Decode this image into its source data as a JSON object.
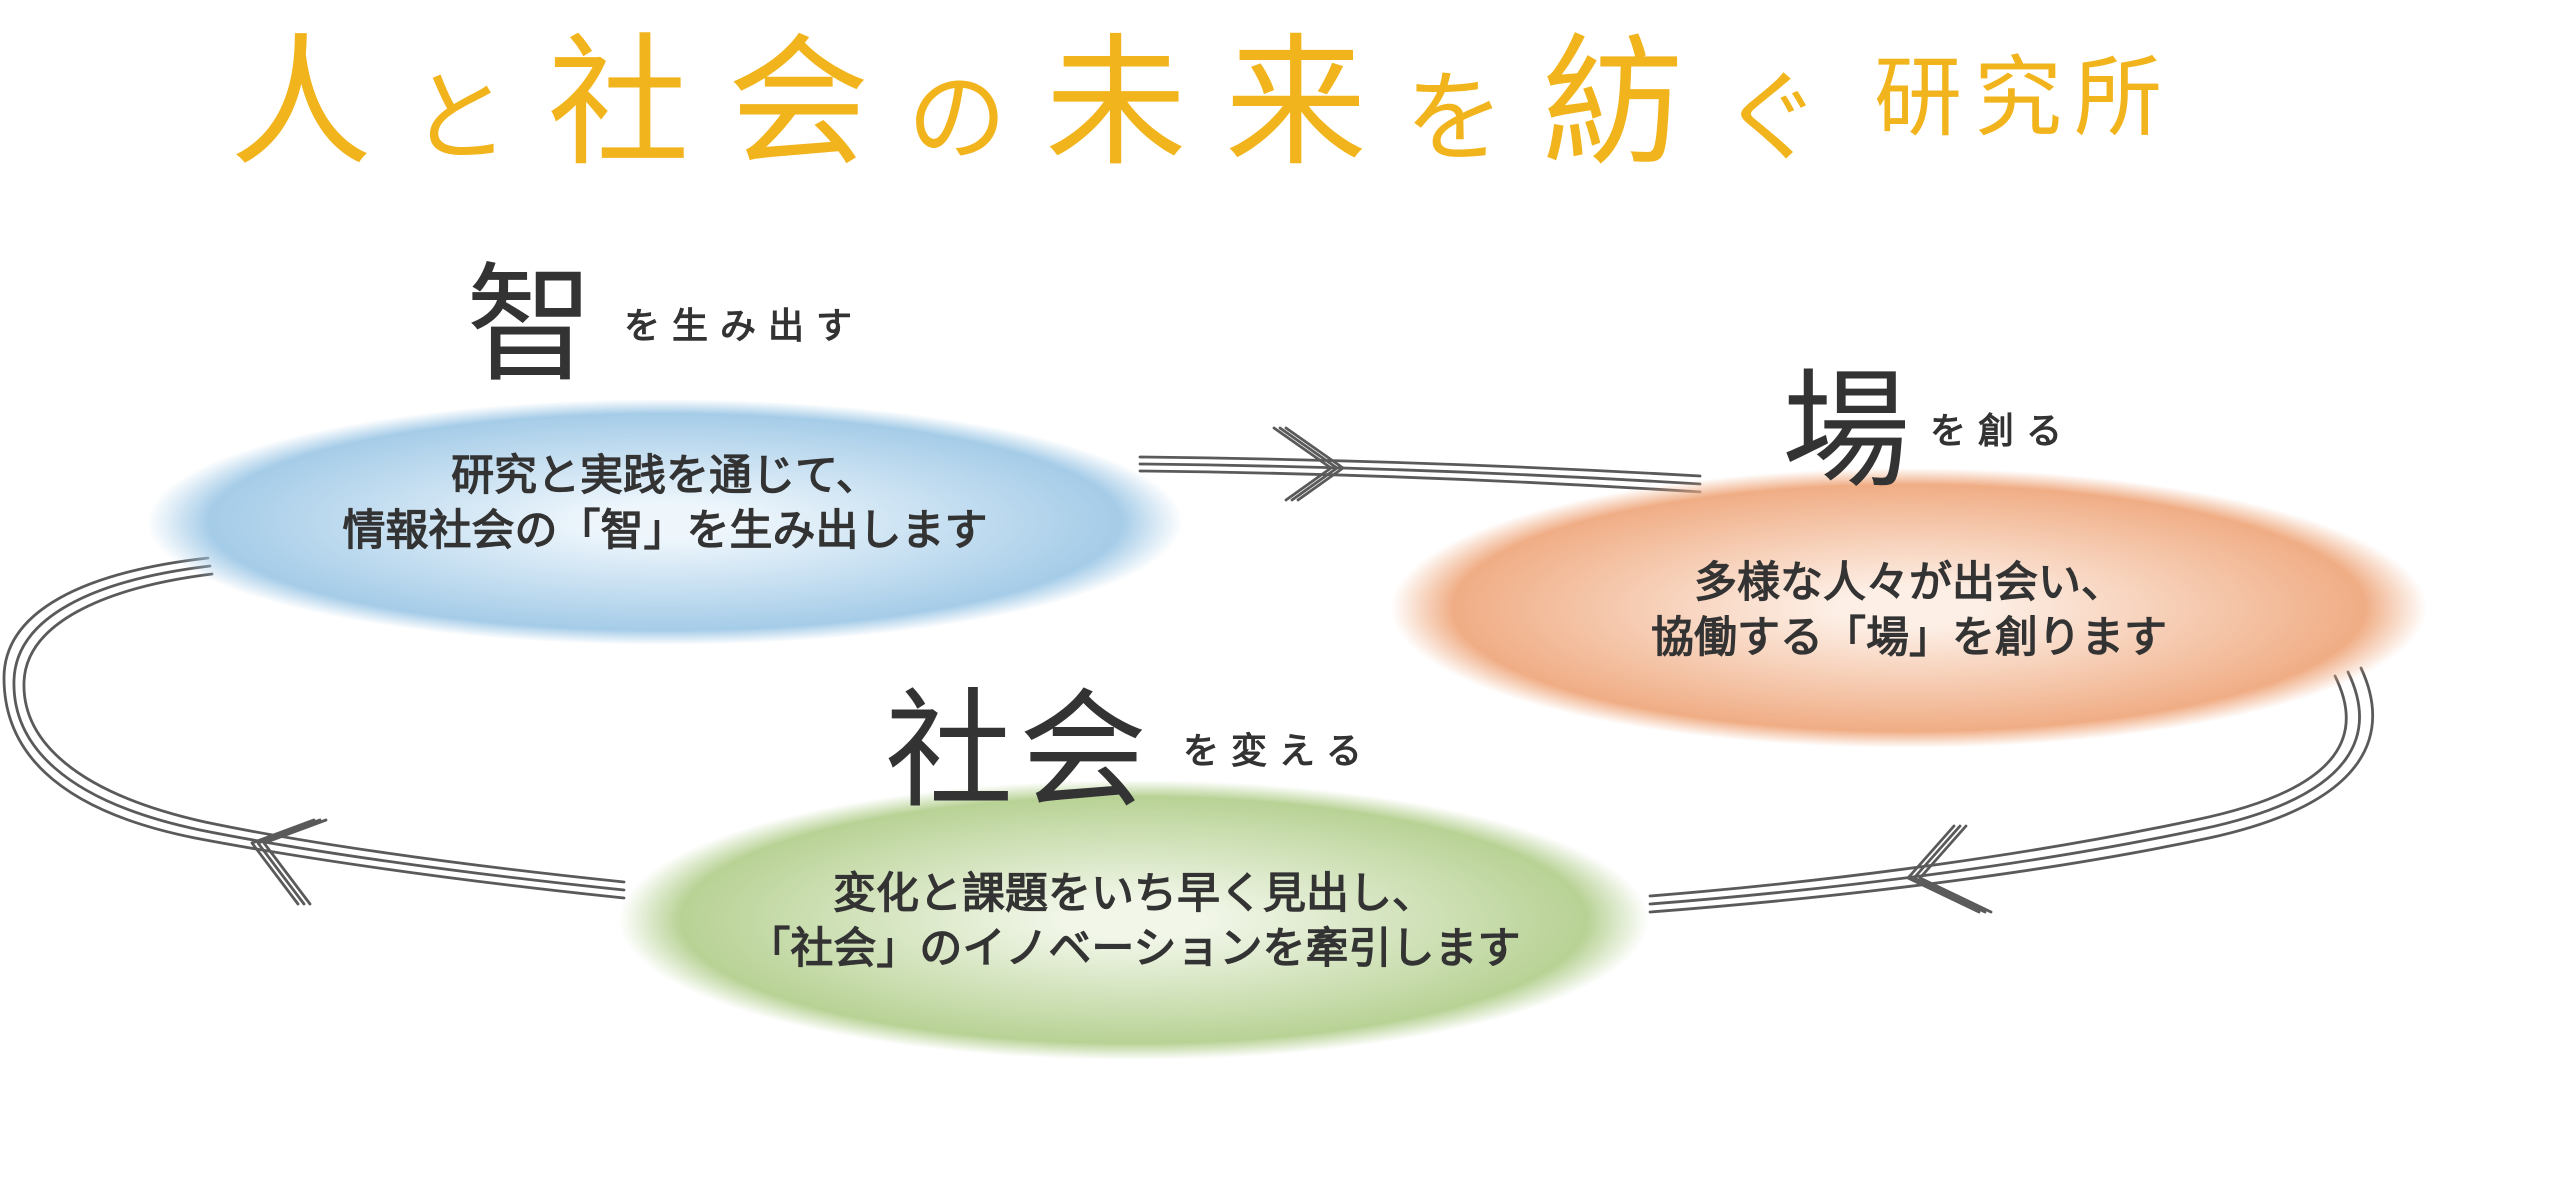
{
  "colors": {
    "title": "#F2B41C",
    "text": "#333333",
    "line": "#5A5A5A"
  },
  "title": {
    "main": "人と社会の未来を紡ぐ",
    "suffix": "研究所"
  },
  "cycle": {
    "nodes": [
      {
        "heading": "智",
        "heading_suffix": "を生み出す",
        "lines": [
          "研究と実践を通じて、",
          "情報社会の「智」を生み出します"
        ],
        "color_center": "#EEF6FC",
        "color_edge": "#A5CCE8"
      },
      {
        "heading": "場",
        "heading_suffix": "を創る",
        "lines": [
          "多様な人々が出会い、",
          "協働する「場」を創ります"
        ],
        "color_center": "#FDEFE6",
        "color_edge": "#F0AD85"
      },
      {
        "heading": "社会",
        "heading_suffix": "を変える",
        "lines": [
          "変化と課題をいち早く見出し、",
          "「社会」のイノベーションを牽引します"
        ],
        "color_center": "#F1F6E8",
        "color_edge": "#B8D295"
      }
    ]
  }
}
